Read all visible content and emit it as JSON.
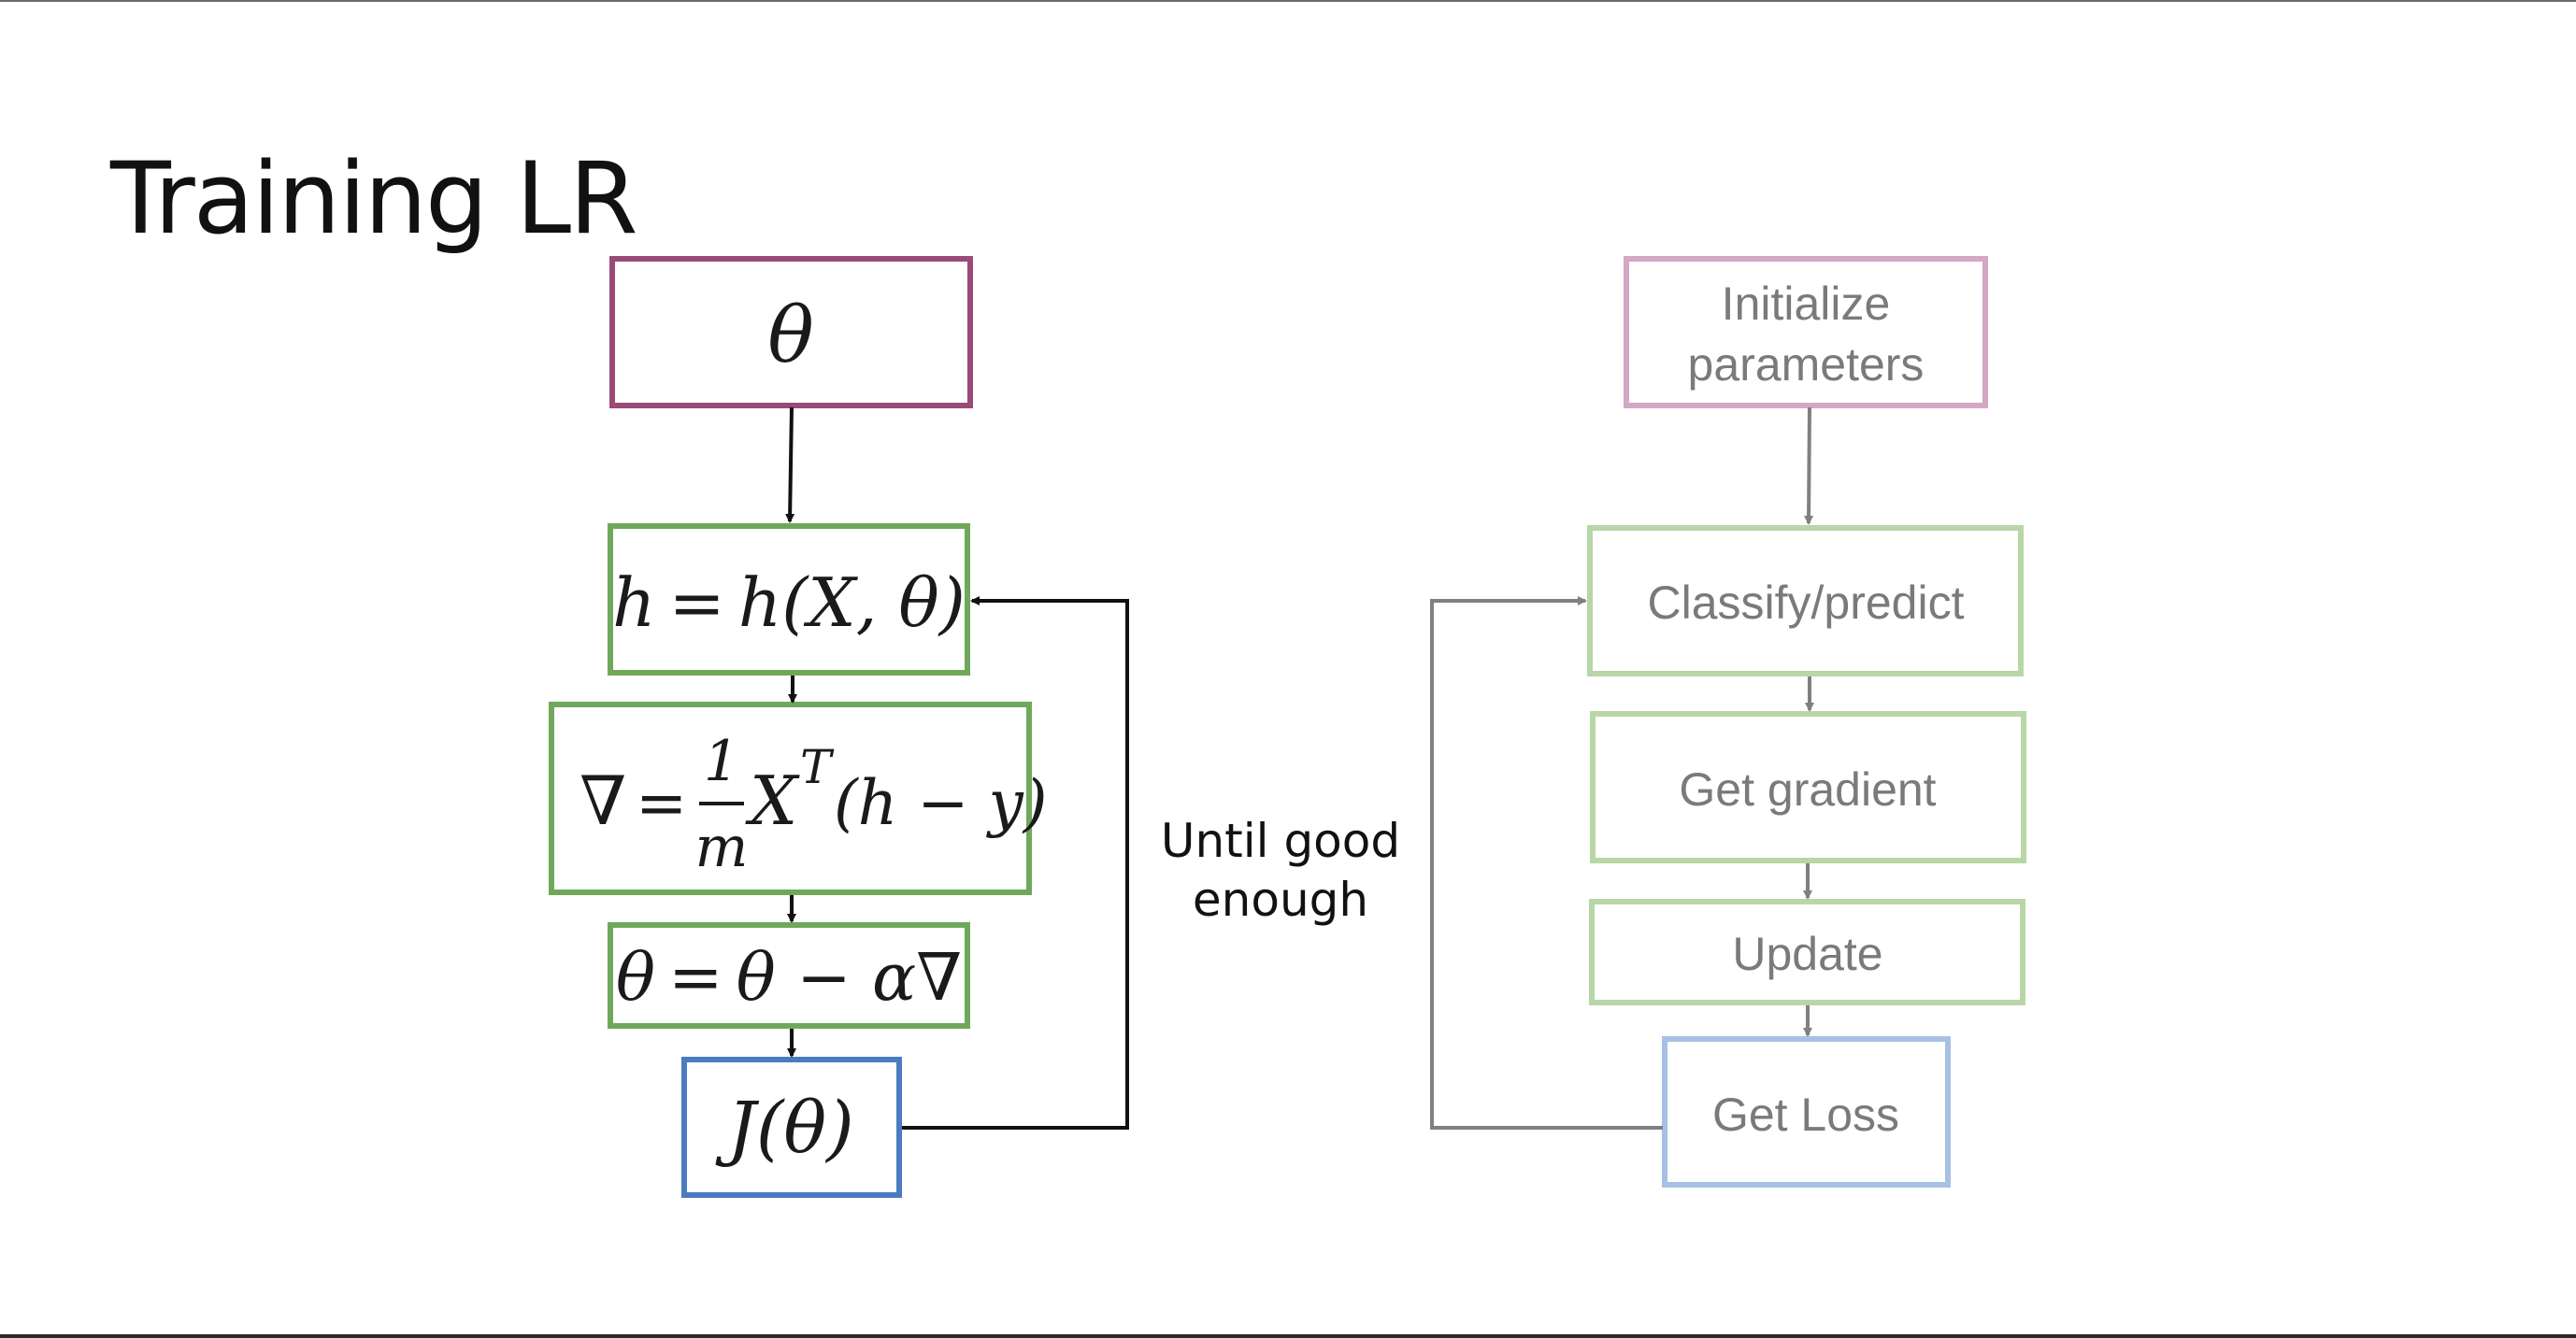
{
  "slide": {
    "title": "Training LR"
  },
  "math_flow": {
    "theta": "θ",
    "hypothesis": {
      "lhs": "h",
      "eq": "=",
      "rhs": "h(X, θ)"
    },
    "gradient": {
      "lhs": "∇",
      "eq": "=",
      "numerator": "1",
      "denominator": "m",
      "x": "X",
      "sup": "T",
      "tail": "(h − y)"
    },
    "update": {
      "lhs": "θ",
      "eq": "=",
      "rhs": "θ − α∇"
    },
    "loss": "J(θ)"
  },
  "loop_note": {
    "line1": "Until good",
    "line2": "enough"
  },
  "word_flow": {
    "init_line1": "Initialize",
    "init_line2": "parameters",
    "classify": "Classify/predict",
    "gradient": "Get gradient",
    "update": "Update",
    "loss": "Get Loss"
  },
  "colors": {
    "purple": "#9a4a78",
    "green": "#6fa85a",
    "blue": "#4b7bbf",
    "light_purple": "#d4a7c4",
    "light_green": "#b8d6a8",
    "light_blue": "#a6c1e4",
    "arrow_dark": "#111111",
    "arrow_gray": "#808080"
  }
}
